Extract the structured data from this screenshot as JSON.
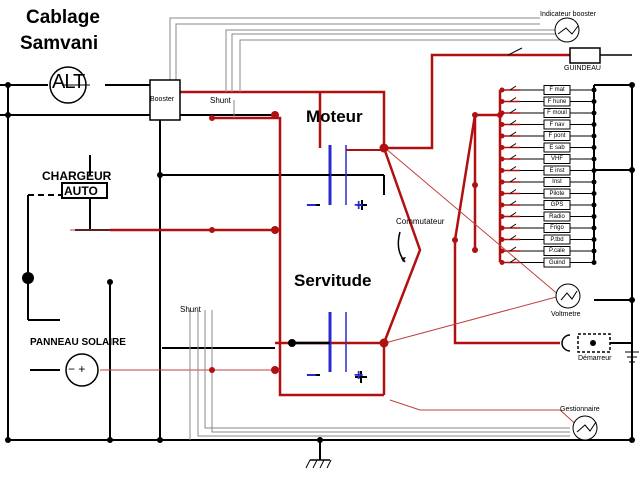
{
  "title": [
    "Cablage",
    "Samvani"
  ],
  "labels": {
    "alt": "ALT",
    "booster": "Booster",
    "shunt_top": "Shunt",
    "shunt_mid": "Shunt",
    "chargeur_line1": "CHARGEUR",
    "chargeur_line2": "AUTO",
    "panneau": "PANNEAU SOLAIRE",
    "moteur": "Moteur",
    "servitude": "Servitude",
    "commutateur": "Commutateur",
    "indicateur": "Indicateur booster",
    "guindeau": "GUINDEAU",
    "voltmetre": "Voltmetre",
    "demarreur": "Démarreur",
    "gestionnaire": "Gestionnaire"
  },
  "breakers": [
    "F mat",
    "F hune",
    "F mouil",
    "F nav",
    "F pont",
    "E sab",
    "VHF",
    "E inst",
    "Inst",
    "Pilote",
    "GPS",
    "Radio",
    "Frigo",
    "P.tbd",
    "P.cale",
    "Guind"
  ],
  "colors": {
    "positive": "#b01010",
    "negative": "#000000",
    "signal": "#8a8a8a",
    "thin_red": "#c04040",
    "battery_plate": "#2a2ad0"
  }
}
